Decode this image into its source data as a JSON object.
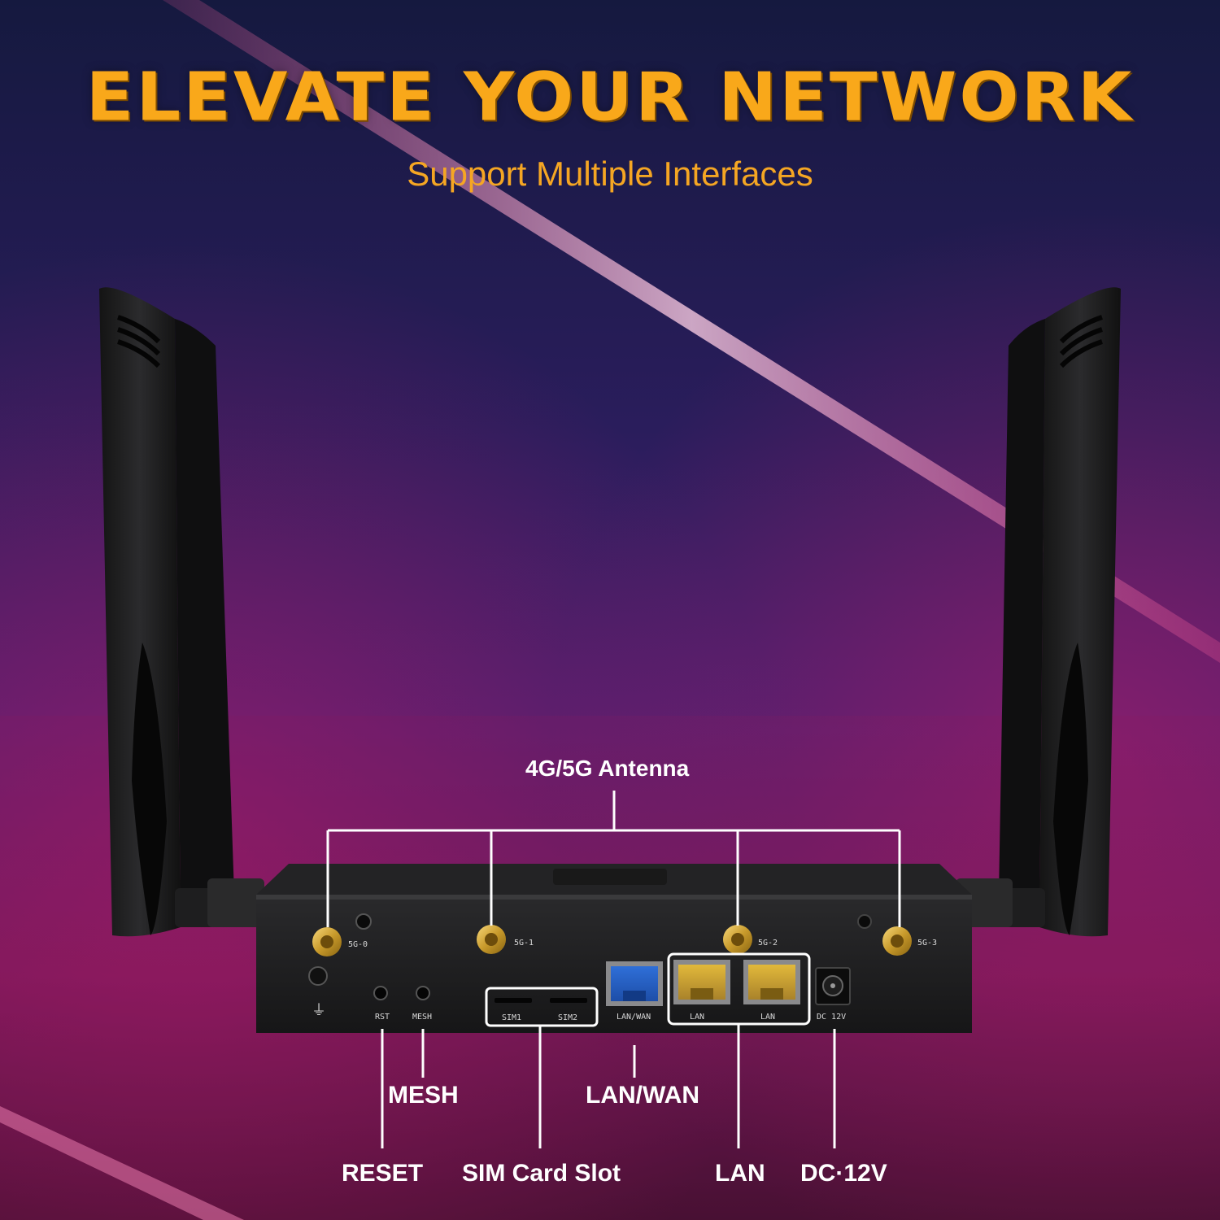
{
  "headline": "ELEVATE YOUR NETWORK",
  "subheadline": "Support Multiple Interfaces",
  "callouts": {
    "antenna": "4G/5G Antenna",
    "mesh": "MESH",
    "reset": "RESET",
    "sim_slot": "SIM Card Slot",
    "lan_wan": "LAN/WAN",
    "lan": "LAN",
    "dc": "DC·12V"
  },
  "panel_labels": {
    "ant0": "5G-0",
    "ant1": "5G-1",
    "ant2": "5G-2",
    "ant3": "5G-3",
    "rst": "RST",
    "mesh": "MESH",
    "sim1": "SIM1",
    "sim2": "SIM2",
    "lanwan": "LAN/WAN",
    "lan1": "LAN",
    "lan2": "LAN",
    "dc": "DC 12V"
  },
  "colors": {
    "headline": "#f9a81a",
    "subheadline": "#f5a623",
    "callout_text": "#ffffff",
    "device_body": "#1b1b1d"
  }
}
